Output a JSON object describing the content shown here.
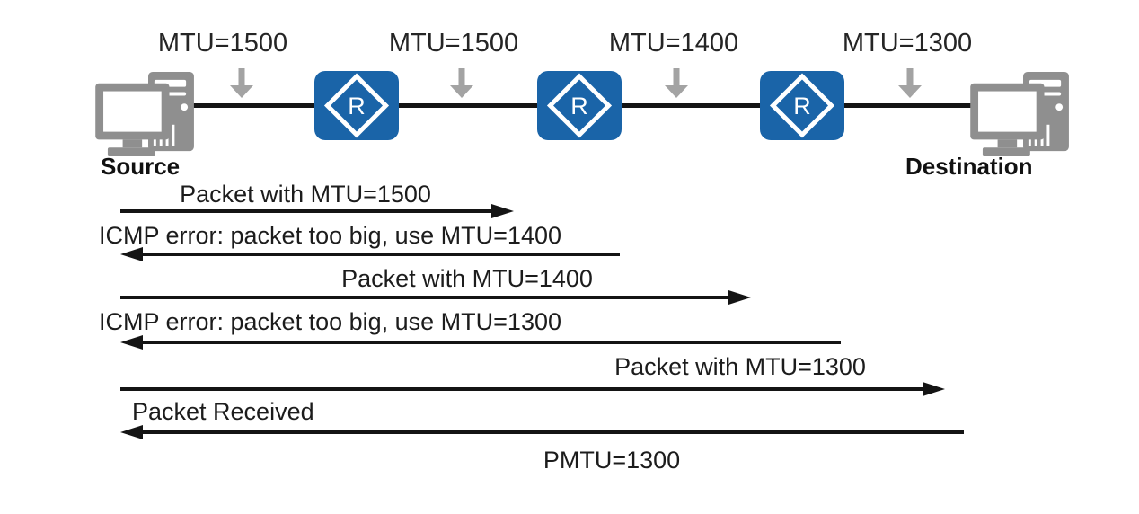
{
  "network": {
    "source": {
      "label": "Source"
    },
    "destination": {
      "label": "Destination"
    },
    "routers": [
      {
        "letter": "R"
      },
      {
        "letter": "R"
      },
      {
        "letter": "R"
      }
    ],
    "links": [
      {
        "label": "MTU=1500"
      },
      {
        "label": "MTU=1500"
      },
      {
        "label": "MTU=1400"
      },
      {
        "label": "MTU=1300"
      }
    ]
  },
  "sequence": [
    {
      "label": "Packet with MTU=1500",
      "direction": "right"
    },
    {
      "label": "ICMP error: packet too big, use MTU=1400",
      "direction": "left"
    },
    {
      "label": "Packet with MTU=1400",
      "direction": "right"
    },
    {
      "label": "ICMP error: packet too big, use MTU=1300",
      "direction": "left"
    },
    {
      "label": "Packet with MTU=1300",
      "direction": "right"
    },
    {
      "label": "Packet Received",
      "direction": "left"
    },
    {
      "label": "PMTU=1300",
      "direction": "none"
    }
  ],
  "colors": {
    "router_blue": "#1a64a8",
    "device_gray": "#8f8f8f",
    "gray_arrow": "#a3a3a3",
    "line_black": "#141414",
    "text": "#1c1c1c"
  }
}
